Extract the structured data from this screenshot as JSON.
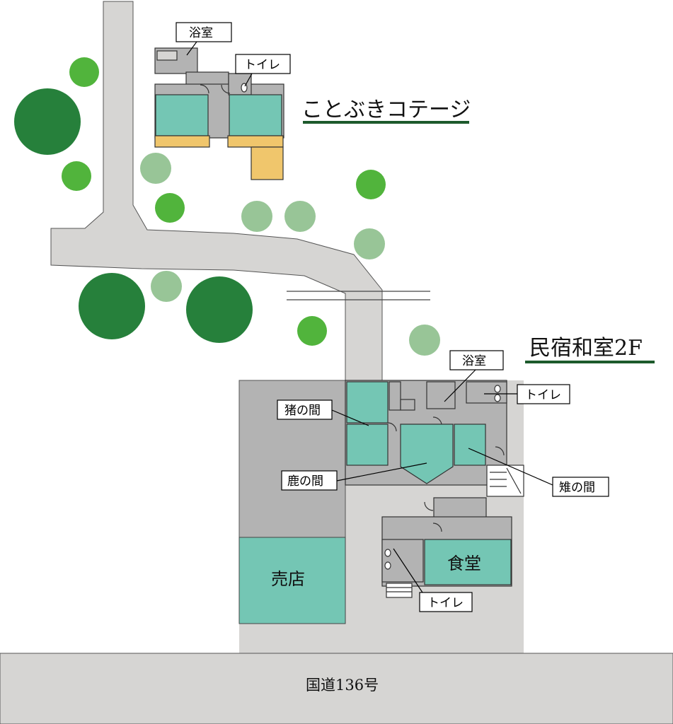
{
  "map": {
    "areas": {
      "cottage": "ことぶきコテージ",
      "minshuku_2f": "民宿和室2F"
    },
    "rooms": {
      "cottage_bath": "浴室",
      "cottage_toilet": "トイレ",
      "main_bath": "浴室",
      "main_toilet": "トイレ",
      "inoshishi": "猪の間",
      "shika": "鹿の間",
      "kiji": "雉の間",
      "shop": "売店",
      "dining": "食堂",
      "dining_toilet": "トイレ"
    },
    "road": "国道136号",
    "colors": {
      "room_teal": "#74c6b4",
      "deck_yellow": "#f0c66c",
      "path_gray": "#d6d5d3",
      "building_gray": "#b3b3b3",
      "tree_dark": "#26803b",
      "tree_mid": "#51b43c",
      "tree_light": "#98c597",
      "underline_green": "#1d5a2c"
    }
  }
}
